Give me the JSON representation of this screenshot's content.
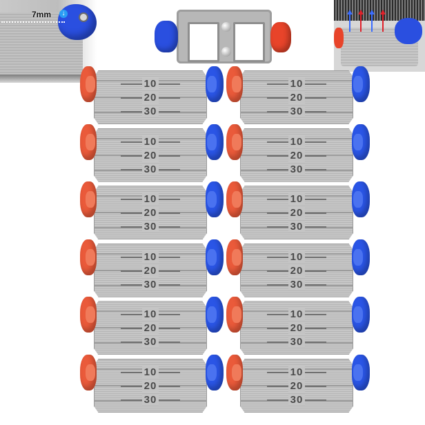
{
  "insets": {
    "left": {
      "measurement_label": "7mm",
      "arrow_glyph": "↓"
    }
  },
  "scale_labels": [
    "10",
    "20",
    "30"
  ],
  "clamps": {
    "rows": 6,
    "columns": 2
  },
  "colors": {
    "knob_red": "#ea5a3a",
    "knob_blue": "#2a55e6",
    "body_gray": "#c0c0c0"
  }
}
